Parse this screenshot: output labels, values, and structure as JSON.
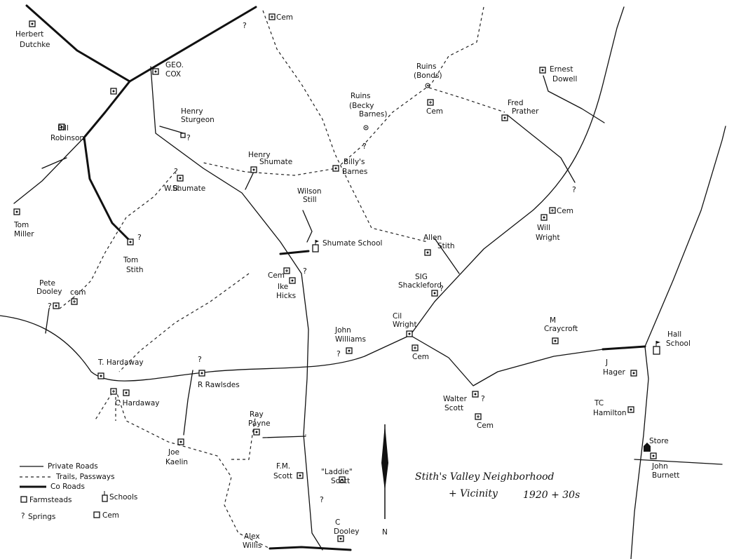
{
  "title": {
    "line1": "Stith's Valley Neighborhood",
    "line2": "+ Vicinity",
    "years": "1920 + 30s"
  },
  "north": "N",
  "legend": {
    "private_roads": "Private Roads",
    "trails": "Trails, Passways",
    "co_roads": "Co Roads",
    "farmsteads": "Farmsteads",
    "schools": "Schools",
    "springs": "Springs",
    "cem": "Cem"
  },
  "places": {
    "herbert_dutchke": [
      "Herbert",
      "Dutchke"
    ],
    "geo_cox": [
      "GEO.",
      "COX"
    ],
    "henry_sturgeon": [
      "Henry",
      "Sturgeon"
    ],
    "bill_robinson": [
      "Bill",
      "Robinson"
    ],
    "wb_shumate": [
      "W.B.",
      "Shumate"
    ],
    "henry_shumate": [
      "Henry",
      "Shumate"
    ],
    "tom_miller": [
      "Tom",
      "Miller"
    ],
    "tom_stith": [
      "Tom",
      "Stith"
    ],
    "pete_dooley": [
      "Pete",
      "Dooley"
    ],
    "cem_small": "cem",
    "t_hardaway": "T. Hardaway",
    "c_hardaway": "C Hardaway",
    "r_rawlsdes": "R Rawlsdes",
    "joe_kaelin": [
      "Joe",
      "Kaelin"
    ],
    "ray_payne": [
      "Ray",
      "Payne"
    ],
    "fm_scott": [
      "F.M.",
      "Scott"
    ],
    "laddie_scott": [
      "\"Laddie\"",
      "Scott"
    ],
    "c_dooley": [
      "C",
      "Dooley"
    ],
    "alex_willis": [
      "Alex",
      "Willis"
    ],
    "wilson_still": [
      "Wilson",
      "Still"
    ],
    "shumate_school": "Shumate School",
    "cem_ike": "Cem",
    "ike_hicks": [
      "Ike",
      "Hicks"
    ],
    "john_williams": [
      "John",
      "Williams"
    ],
    "cil_wright": [
      "Cil",
      "Wright"
    ],
    "cem_cil": "Cem",
    "allen_stith": [
      "Allen",
      "Stith"
    ],
    "sig_shackleford": [
      "SIG",
      "Shackleford"
    ],
    "billy_barnes": [
      "Billy's",
      "Barnes"
    ],
    "ruins_becky": [
      "Ruins",
      "(Becky",
      "Barnes)"
    ],
    "ruins_bonds": [
      "Ruins",
      "(Bonds)"
    ],
    "cem_ruins": "Cem",
    "cem_top": "Cem",
    "ernest_dowell": [
      "Ernest",
      "Dowell"
    ],
    "fred_prather": [
      "Fred",
      "Prather"
    ],
    "will_wright": [
      "Will",
      "Wright"
    ],
    "cem_will": "Cem",
    "m_craycroft": [
      "M",
      "Craycroft"
    ],
    "walter_scott": [
      "Walter",
      "Scott"
    ],
    "cem_walter": "Cem",
    "j_hager": [
      "J",
      "Hager"
    ],
    "tc_hamilton": [
      "TC",
      "Hamilton"
    ],
    "hall_school": [
      "Hall",
      "School"
    ],
    "store": "Store",
    "john_burnett": [
      "John",
      "Burnett"
    ]
  }
}
